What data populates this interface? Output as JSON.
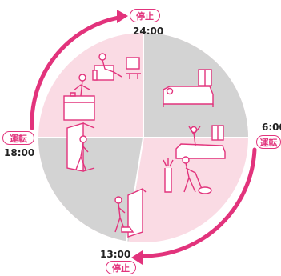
{
  "colors": {
    "accent": "#e2337c",
    "operate_sector": "#fadbe4",
    "stop_sector": "#d3d3d3",
    "figure_line": "#e2337c"
  },
  "times": {
    "t2400": "24:00",
    "t0600": "6:00",
    "t1300": "13:00",
    "t1800": "18:00"
  },
  "tags": {
    "top_stop": "停止",
    "right_run": "運転",
    "bottom_stop": "停止",
    "left_run": "運転"
  },
  "scenes": {
    "night_room_sofa": "person-on-sofa-with-tv",
    "sleeping": "person-sleeping-in-bed",
    "kitchen": "person-cooking-at-counter",
    "waking": "person-waking-and-stretching",
    "returning_home": "person-entering-door",
    "vacuuming": "person-vacuuming",
    "leaving_home": "person-leaving-through-door"
  }
}
